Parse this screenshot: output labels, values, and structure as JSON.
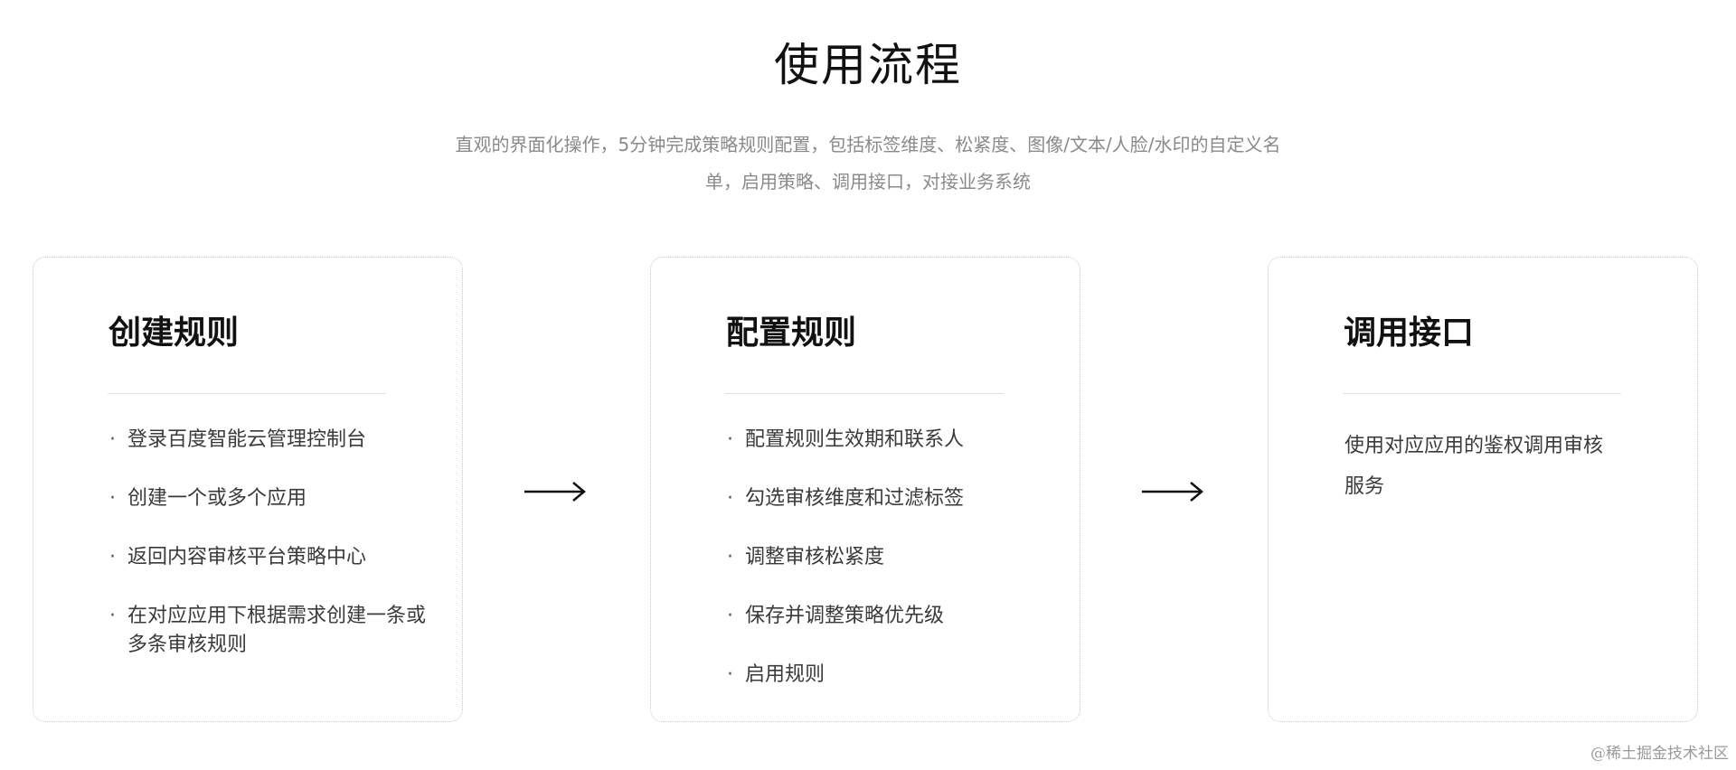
{
  "header": {
    "title": "使用流程",
    "subtitle_lines": [
      "直观的界面化操作，5分钟完成策略规则配置，包括标签维度、松紧度、图像/文本/人脸/水印的自定义名",
      "单，启用策略、调用接口，对接业务系统"
    ]
  },
  "steps": [
    {
      "title": "创建规则",
      "items": [
        "登录百度智能云管理控制台",
        "创建一个或多个应用",
        "返回内容审核平台策略中心",
        "在对应应用下根据需求创建一条或多条审核规则"
      ]
    },
    {
      "title": "配置规则",
      "items": [
        "配置规则生效期和联系人",
        "勾选审核维度和过滤标签",
        "调整审核松紧度",
        "保存并调整策略优先级",
        "启用规则"
      ]
    },
    {
      "title": "调用接口",
      "description": "使用对应应用的鉴权调用审核服务"
    }
  ],
  "bullet_glyph": "·",
  "watermark": "@稀土掘金技术社区",
  "colors": {
    "title": "#111111",
    "subtitle": "#8a8a8a",
    "body_text": "#3a3a3a",
    "card_border": "#c8c8c8",
    "divider": "#e2e2e2",
    "arrow": "#111111"
  },
  "icons": {
    "arrow": "arrow-right-icon"
  }
}
